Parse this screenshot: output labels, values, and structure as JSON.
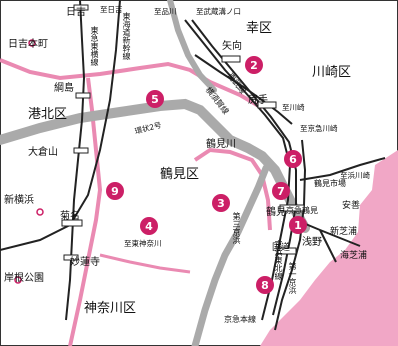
{
  "colors": {
    "river": "#aaaaaa",
    "boundary": "#ea8ab2",
    "sea": "#f1a7c6",
    "marker": "#cc1f66",
    "rail": "#222222"
  },
  "wards": [
    {
      "id": "saiwai",
      "label": "幸区"
    },
    {
      "id": "kawasaki",
      "label": "川崎区"
    },
    {
      "id": "kohoku",
      "label": "港北区"
    },
    {
      "id": "tsurumi",
      "label": "鶴見区"
    },
    {
      "id": "kanagawa",
      "label": "神奈川区"
    }
  ],
  "stations": [
    {
      "id": "hiyoshi",
      "label": "日吉"
    },
    {
      "id": "hiyoshi-honcho",
      "label": "日吉本町"
    },
    {
      "id": "tsunashima",
      "label": "綱島"
    },
    {
      "id": "okurayama",
      "label": "大倉山"
    },
    {
      "id": "shin-yokohama",
      "label": "新横浜"
    },
    {
      "id": "kikuna",
      "label": "菊名"
    },
    {
      "id": "myorenji",
      "label": "妙蓮寺"
    },
    {
      "id": "kishine-koen",
      "label": "岸根公園"
    },
    {
      "id": "yako",
      "label": "矢向"
    },
    {
      "id": "shitte",
      "label": "尻手"
    },
    {
      "id": "tsurumi",
      "label": "鶴見"
    },
    {
      "id": "keikyu-tsurumi",
      "label": "京急鶴見"
    },
    {
      "id": "tsurumi-ichiba",
      "label": "鶴見市場"
    },
    {
      "id": "asano",
      "label": "浅野"
    },
    {
      "id": "kokudo",
      "label": "国道"
    },
    {
      "id": "shin-shibaura",
      "label": "新芝浦"
    },
    {
      "id": "umi-shibaura",
      "label": "海芝浦"
    },
    {
      "id": "anzen",
      "label": "安善"
    }
  ],
  "rail_lines": [
    {
      "id": "toyoko",
      "label": "東急東横線"
    },
    {
      "id": "shinkansen",
      "label": "東海道新幹線"
    },
    {
      "id": "nambu",
      "label": "南武線"
    },
    {
      "id": "yokosuka",
      "label": "横須賀線"
    },
    {
      "id": "keihin-tohoku",
      "label": "京浜東北線"
    },
    {
      "id": "daisan-keihin",
      "label": "第三京浜"
    },
    {
      "id": "dai-ichi-keihin",
      "label": "第一京浜"
    },
    {
      "id": "keikyu",
      "label": "京急本線"
    }
  ],
  "roads": [
    {
      "id": "shifuru",
      "label": "至日吉"
    },
    {
      "id": "shi-hinagawa",
      "label": "至品川"
    },
    {
      "id": "shi-musashi-mizonokuchi",
      "label": "至武蔵溝ノ口"
    },
    {
      "id": "shi-kawasaki-1",
      "label": "至川崎"
    },
    {
      "id": "shi-keikyu-kawasaki",
      "label": "至京急川崎"
    },
    {
      "id": "shi-hama-kawasaki",
      "label": "至浜川崎"
    },
    {
      "id": "shi-higashi-kanagawa",
      "label": "至東神奈川"
    },
    {
      "id": "kanjo2",
      "label": "環状2号"
    }
  ],
  "rivers": [
    {
      "id": "tsurumi-gawa",
      "label": "鶴見川"
    }
  ],
  "markers": [
    {
      "id": "m1",
      "label": "1"
    },
    {
      "id": "m2",
      "label": "2"
    },
    {
      "id": "m3",
      "label": "3"
    },
    {
      "id": "m4",
      "label": "4"
    },
    {
      "id": "m5",
      "label": "5"
    },
    {
      "id": "m6",
      "label": "6"
    },
    {
      "id": "m7",
      "label": "7"
    },
    {
      "id": "m8",
      "label": "8"
    },
    {
      "id": "m9",
      "label": "9"
    }
  ]
}
